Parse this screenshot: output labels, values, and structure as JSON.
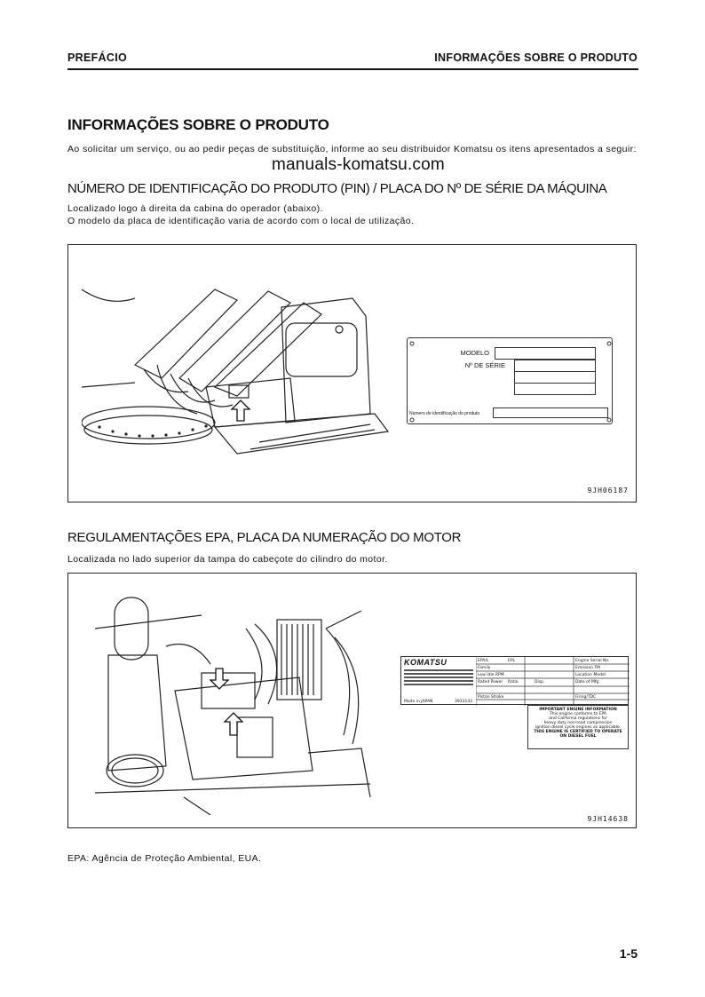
{
  "header": {
    "left": "PREFÁCIO",
    "right": "INFORMAÇÕES SOBRE O PRODUTO"
  },
  "section": {
    "title": "INFORMAÇÕES SOBRE O PRODUTO",
    "intro": "Ao solicitar um serviço, ou ao pedir peças de substituição, informe ao seu distribuidor Komatsu os itens apresentados a seguir:"
  },
  "watermark": "manuals-komatsu.com",
  "pin": {
    "title": "NÚMERO DE IDENTIFICAÇÃO DO PRODUTO (PIN) / PLACA DO Nº DE SÉRIE DA MÁQUINA",
    "line1": "Localizado logo à direita da cabina do operador (abaixo).",
    "line2": "O modelo da placa de identificação varia de acordo com o local de utilização.",
    "plate": {
      "model_label": "MODELO",
      "serial_label": "Nº DE SÉRIE",
      "pin_label": "Número de identificação do produto"
    },
    "figure_code": "9JH06187"
  },
  "epa": {
    "title": "REGULAMENTAÇÕES EPA, PLACA DA NUMERAÇÃO DO MOTOR",
    "line1": "Localizada no lado superior da tampa do cabeçote do cilindro do motor.",
    "figure_code": "9JH14638",
    "brand": "KOMATSU",
    "made_in": "Made in JAPAN",
    "part_no": "3933143",
    "cells": [
      "EPA/L",
      "EPL",
      "Engine Serial No.",
      "Family",
      "Emission FM",
      "Low Idle RPM",
      "Location Model",
      "Rated Power",
      "Ratio",
      "Disp.",
      "Date of Mfg.",
      "Piston Stroke",
      "Firing/TDC"
    ],
    "notice": {
      "title": "IMPORTANT ENGINE INFORMATION",
      "l1": "This engine conforms to EPA",
      "l2": "and California regulations for",
      "l3": "heavy duty non-road compression",
      "l4": "ignition diesel cycle engines as applicable.",
      "l5": "THIS ENGINE IS CERTIFIED TO OPERATE",
      "l6": "ON DIESEL FUEL"
    },
    "note": "EPA: Agência de Proteção Ambiental, EUA."
  },
  "page_number": "1-5"
}
